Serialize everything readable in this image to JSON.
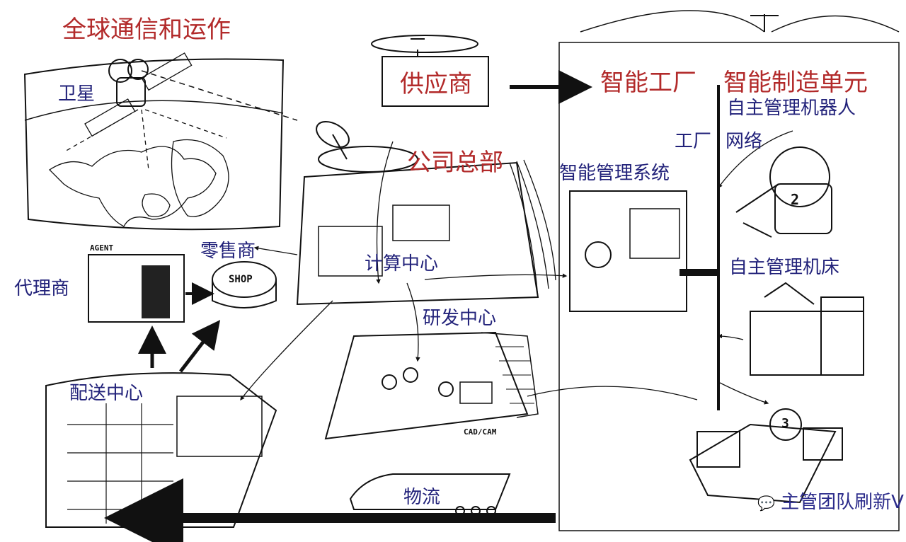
{
  "title": "全球通信和运作",
  "labels": {
    "satellite": "卫星",
    "supplier": "供应商",
    "headquarters": "公司总部",
    "computing_center": "计算中心",
    "rnd_center": "研发中心",
    "retailer": "零售商",
    "agent": "代理商",
    "distribution_center": "配送中心",
    "logistics": "物流",
    "smart_factory": "智能工厂",
    "smart_manufacturing_unit": "智能制造单元",
    "autonomous_robot": "自主管理机器人",
    "factory_network_1": "工厂",
    "factory_network_2": "网络",
    "smart_management_system": "智能管理系统",
    "autonomous_machine_tool": "自主管理机床"
  },
  "sketch_text": {
    "agent_sign": "AGENT",
    "shop_sign": "SHOP",
    "cad_cam": "CAD/CAM",
    "robot_number_2": "2",
    "robot_number_3": "3"
  },
  "watermark": "主管团队刷新V",
  "colors": {
    "title_red": "#b22a2a",
    "label_blue": "#22227a",
    "line": "#111111"
  }
}
